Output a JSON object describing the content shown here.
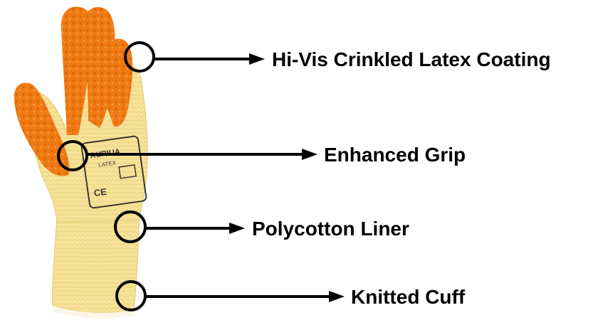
{
  "colors": {
    "knit": "#F6E39A",
    "knit_shade": "#E8CF78",
    "latex": "#F07A12",
    "latex_dark": "#D9620A",
    "cuff_trim": "#FBF6E6",
    "callout": "#000000"
  },
  "glove_print": {
    "brand": "AURIUA",
    "model": "LATEX",
    "ce_mark": "CE"
  },
  "callouts": [
    {
      "id": "latex-coating",
      "label": "Hi-Vis Crinkled Latex Coating"
    },
    {
      "id": "grip",
      "label": "Enhanced Grip"
    },
    {
      "id": "liner",
      "label": "Polycotton Liner"
    },
    {
      "id": "cuff",
      "label": "Knitted Cuff"
    }
  ]
}
